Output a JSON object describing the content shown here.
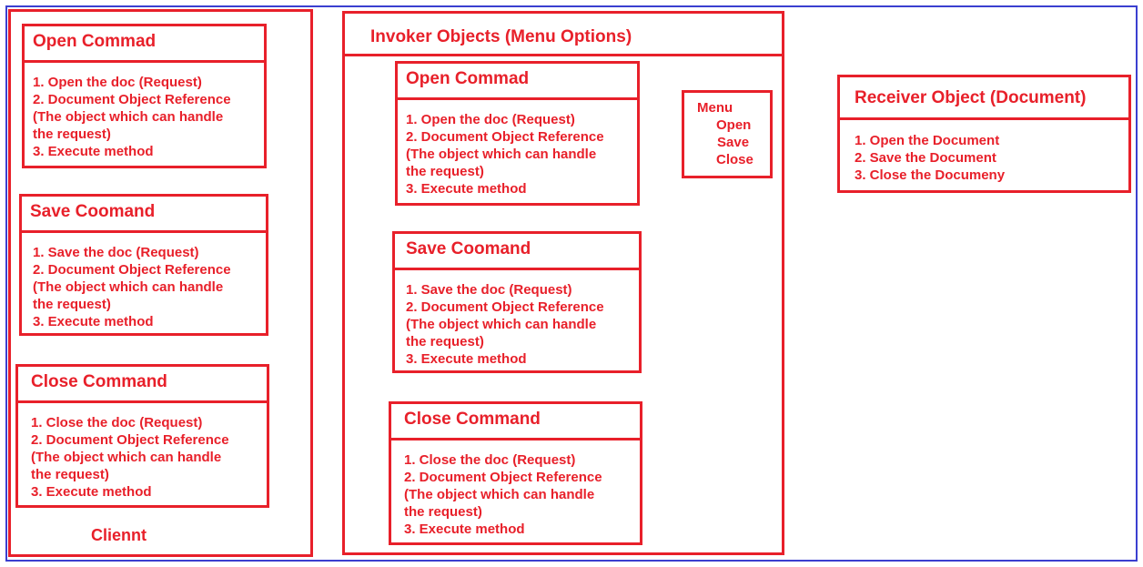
{
  "client": {
    "label": "Clіennt",
    "commands": [
      {
        "title": "Open Commad",
        "lines": [
          "1. Open the doc (Request)",
          "2. Document Object Reference",
          "(The object which can handle",
          "the request)",
          "3. Execute method"
        ]
      },
      {
        "title": "Save Coomand",
        "lines": [
          "1.  Save the doc (Request)",
          "2. Document Object Reference",
          "(The object which can handle",
          "the request)",
          "3. Execute method"
        ]
      },
      {
        "title": "Close Command",
        "lines": [
          "1. Close the doc (Request)",
          "2. Document Object Reference",
          "(The object which can handle",
          "the request)",
          "3. Execute method"
        ]
      }
    ]
  },
  "invoker": {
    "title": "Invoker Objects (Menu Options)",
    "commands": [
      {
        "title": "Open Commad",
        "lines": [
          "1. Open the doc (Request)",
          "2. Document Object Reference",
          "(The object which can handle",
          "the request)",
          "3. Execute method"
        ]
      },
      {
        "title": "Save Coomand",
        "lines": [
          "1.  Save the doc (Request)",
          "2. Document Object Reference",
          "(The object which can handle",
          "the request)",
          "3. Execute method"
        ]
      },
      {
        "title": "Close Command",
        "lines": [
          "1. Close the doc (Request)",
          "2. Document Object Reference",
          "(The object which can handle",
          "the request)",
          "3. Execute method"
        ]
      }
    ],
    "menu": {
      "title": "Menu",
      "options": [
        "Open",
        "Save",
        "Close"
      ]
    }
  },
  "receiver": {
    "title": "Receiver Object (Document)",
    "lines": [
      "1. Open the Document",
      "2. Save the Document",
      "3. Close the Documeny"
    ]
  },
  "colors": {
    "stroke": "#e8202a",
    "frame": "#3b3fd0"
  }
}
